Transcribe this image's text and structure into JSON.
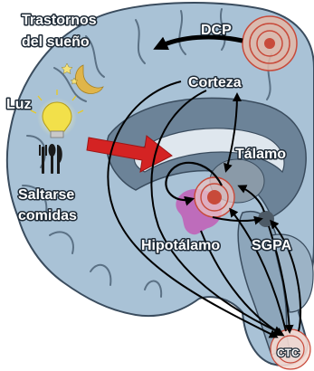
{
  "labels": {
    "sleep_disorders_line1": "Trastornos",
    "sleep_disorders_line2": "del sueño",
    "dcp": "DCP",
    "cortex": "Corteza",
    "light": "Luz",
    "thalamus": "Tálamo",
    "skip_meals_line1": "Saltarse",
    "skip_meals_line2": "comidas",
    "hypothalamus": "Hipotálamo",
    "sgpa": "SGPA",
    "ctc": "CTC"
  },
  "colors": {
    "brain_fill": "#a9c2d6",
    "brain_outline": "#3a4c5e",
    "inner_dark": "#5f7689",
    "arrow_black": "#000000",
    "arrow_red": "#d42323",
    "target_red": "#c84a3a",
    "hypothalamus_pink": "#b455b0",
    "bulb_yellow": "#f2e04a"
  },
  "icons": [
    "moon-icon",
    "stars-icon",
    "light-bulb-icon",
    "cutlery-icon"
  ]
}
